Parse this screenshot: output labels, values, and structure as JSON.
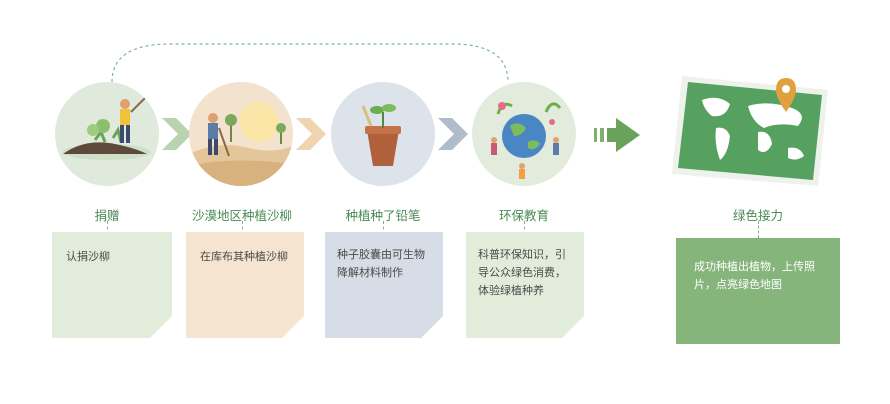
{
  "steps": [
    {
      "title": "捐赠",
      "text": "认捐沙柳",
      "icon": "planting-gardener-illustration",
      "card_color": "#e2ecdb"
    },
    {
      "title": "沙漠地区种植沙柳",
      "text": "在库布其种植沙柳",
      "icon": "desert-planting-illustration",
      "card_color": "#f5e4cf"
    },
    {
      "title": "种植种了铅笔",
      "text": "种子胶囊由可生物降解材料制作",
      "icon": "seedling-pot-illustration",
      "card_color": "#d6dde6"
    },
    {
      "title": "环保教育",
      "text": "科普环保知识，引导公众绿色消费，体验绿植种养",
      "icon": "earth-community-illustration",
      "card_color": "#e2ecdb"
    }
  ],
  "final": {
    "title": "绿色接力",
    "text": "成功种植出植物，上传照片，点亮绿色地图",
    "icon": "green-world-map-pin-icon",
    "card_color": "#85b57b"
  },
  "colors": {
    "accent": "#4a8a55",
    "dashed": "#7fb887"
  }
}
